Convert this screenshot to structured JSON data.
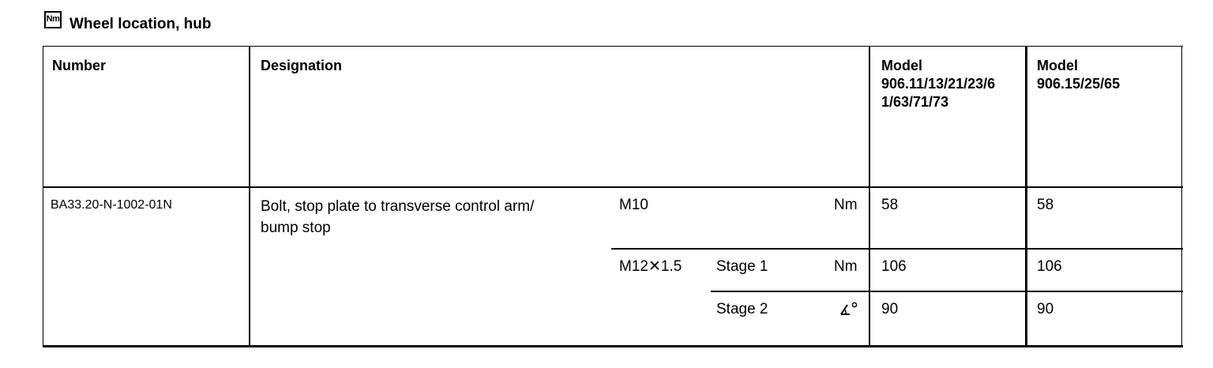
{
  "title": {
    "icon_text": "Nm",
    "text": "Wheel location, hub"
  },
  "table": {
    "headers": {
      "number": "Number",
      "designation": "Designation",
      "model_a": "Model\n906.11/13/21/23/6\n1/63/71/73",
      "model_b": "Model\n906.15/25/65"
    },
    "row": {
      "number": "BA33.20-N-1002-01N",
      "designation": "Bolt, stop plate to transverse control arm/\nbump stop",
      "specs": [
        {
          "size": "M10",
          "stage": "",
          "unit": "Nm",
          "unit_icon": "",
          "model_a": "58",
          "model_b": "58"
        },
        {
          "size": "M12✕1.5",
          "stage": "Stage 1",
          "unit": "Nm",
          "unit_icon": "",
          "model_a": "106",
          "model_b": "106"
        },
        {
          "size": "",
          "stage": "Stage 2",
          "unit": "",
          "unit_icon": "angle-degree-icon",
          "model_a": "90",
          "model_b": "90"
        }
      ]
    }
  }
}
